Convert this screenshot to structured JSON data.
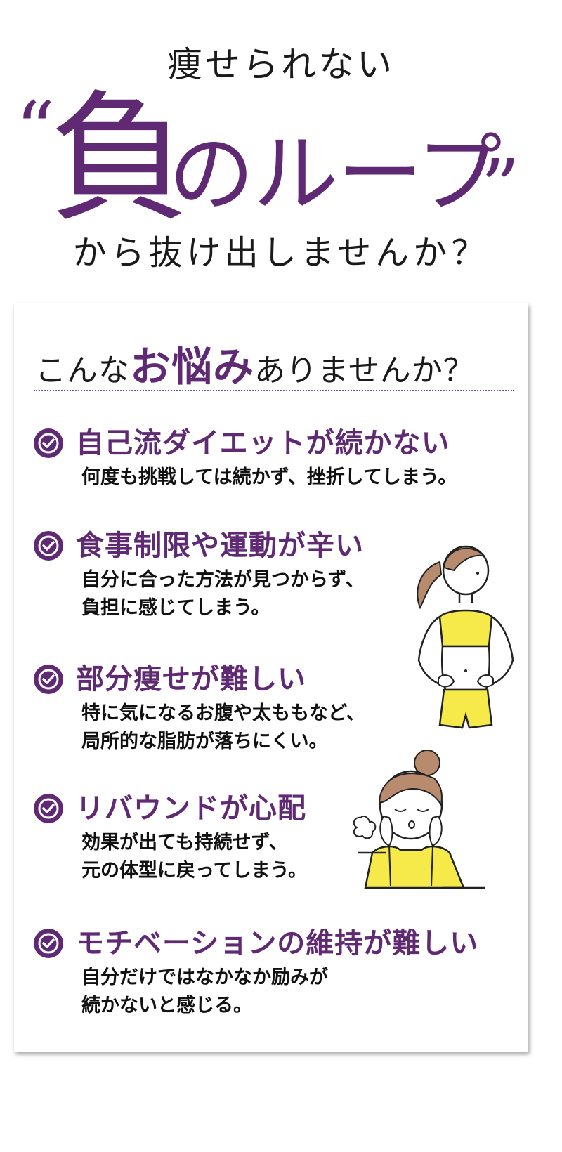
{
  "hero": {
    "line1": "痩せられない",
    "quote_open": "“",
    "big_kanji": "負",
    "big_rest": "のループ",
    "quote_close": "”",
    "line3": "から抜け出しませんか？"
  },
  "card": {
    "title_prefix": "こんな",
    "title_accent": "お悩み",
    "title_suffix": "ありませんか？",
    "items": [
      {
        "title": "自己流ダイエットが続かない",
        "desc1": "何度も挑戦しては続かず、挫折してしまう。",
        "desc2": ""
      },
      {
        "title": "食事制限や運動が辛い",
        "desc1": "自分に合った方法が見つからず、",
        "desc2": "負担に感じてしまう。"
      },
      {
        "title": "部分痩せが難しい",
        "desc1": "特に気になるお腹や太ももなど、",
        "desc2": "局所的な脂肪が落ちにくい。"
      },
      {
        "title": "リバウンドが心配",
        "desc1": "効果が出ても持続せず、",
        "desc2": "元の体型に戻ってしまう。"
      },
      {
        "title": "モチベーションの維持が難しい",
        "desc1": "自分だけではなかなか励みが",
        "desc2": "続かないと感じる。"
      }
    ]
  },
  "colors": {
    "accent": "#5f2a73",
    "shirt": "#f5ea4a",
    "hair": "#b98b6e"
  },
  "icons": [
    "check-icon",
    "woman-waist-illustration",
    "woman-sigh-illustration"
  ]
}
